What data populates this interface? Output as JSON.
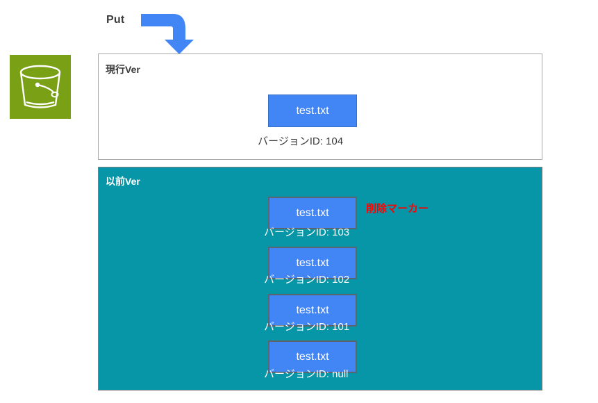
{
  "diagram": {
    "bucket": {
      "icon": "s3-bucket-icon",
      "color": "#7AA116"
    },
    "put_action": {
      "label": "Put",
      "arrow_icon": "curved-down-arrow-icon",
      "color": "#4285F4"
    },
    "current_version_panel": {
      "title": "現行Ver",
      "background": "#ffffff",
      "border_color": "#a6a6a6",
      "objects": [
        {
          "name": "test.txt",
          "caption": "バージョンID: 104"
        }
      ]
    },
    "previous_version_panel": {
      "title": "以前Ver",
      "background": "#0796A8",
      "delete_marker_label": "削除マーカー",
      "delete_marker_color": "#FF0000",
      "objects": [
        {
          "name": "test.txt",
          "caption": "バージョンID: 103"
        },
        {
          "name": "test.txt",
          "caption": "バージョンID: 102"
        },
        {
          "name": "test.txt",
          "caption": "バージョンID: 101"
        },
        {
          "name": "test.txt",
          "caption": "バージョンID: null"
        }
      ]
    }
  }
}
